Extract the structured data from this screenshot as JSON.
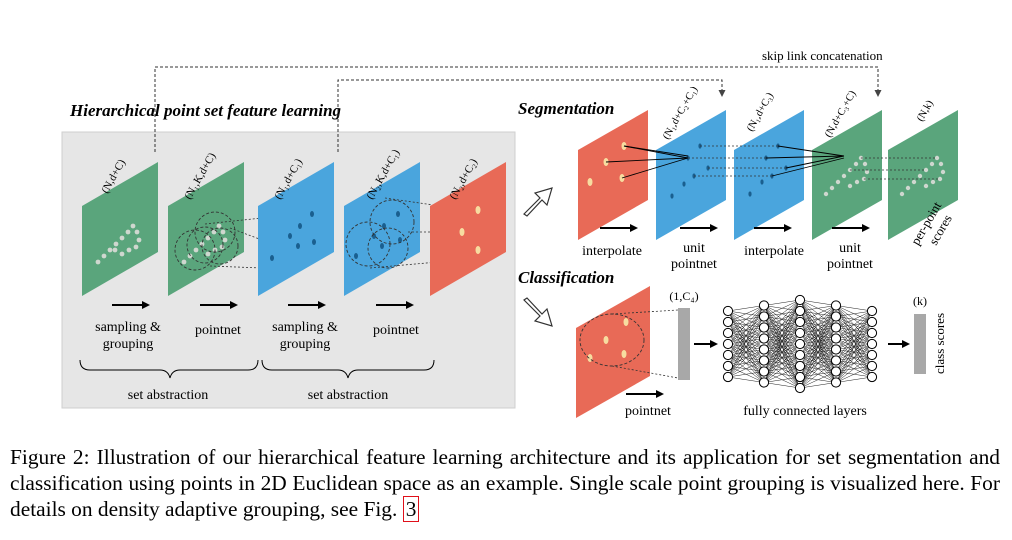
{
  "diagram": {
    "hier_title": "Hierarchical point set feature learning",
    "seg_title": "Segmentation",
    "cls_title": "Classification",
    "skip_link": "skip link concatenation",
    "hier_planes": [
      "(N,d+C)",
      "(N₁,K,d+C)",
      "(N₁,d+C₁)",
      "(N₂,K,d+C₁)",
      "(N₂,d+C₂)"
    ],
    "hier_ops": [
      {
        "line1": "sampling &",
        "line2": "grouping"
      },
      {
        "line1": "pointnet",
        "line2": ""
      },
      {
        "line1": "sampling &",
        "line2": "grouping"
      },
      {
        "line1": "pointnet",
        "line2": ""
      }
    ],
    "set_abstraction": [
      "set abstraction",
      "set abstraction"
    ],
    "seg_planes": [
      "(N₁,d+C₂+C₁)",
      "(N₁,d+C₃)",
      "(N,d+C₃+C)",
      "(N,k)"
    ],
    "seg_ops": [
      {
        "line1": "interpolate",
        "line2": ""
      },
      {
        "line1": "unit",
        "line2": "pointnet"
      },
      {
        "line1": "interpolate",
        "line2": ""
      },
      {
        "line1": "unit",
        "line2": "pointnet"
      }
    ],
    "per_point_scores": [
      "per-point",
      "scores"
    ],
    "cls_vector_label": "(1,C₄)",
    "cls_output_label": "(k)",
    "class_scores": "class scores",
    "cls_pointnet": "pointnet",
    "fc_layers": "fully connected layers",
    "colors": {
      "green": "#5aa57c",
      "blue": "#4aa5dd",
      "red": "#e86a57",
      "panel": "#e6e6e6",
      "point_yellow": "#f7dca0"
    }
  },
  "caption": {
    "text": "Figure 2: Illustration of our hierarchical feature learning architecture and its application for set segmentation and classification using points in 2D Euclidean space as an example. Single scale point grouping is visualized here. For details on density adaptive grouping, see Fig. ",
    "ref": "3"
  }
}
